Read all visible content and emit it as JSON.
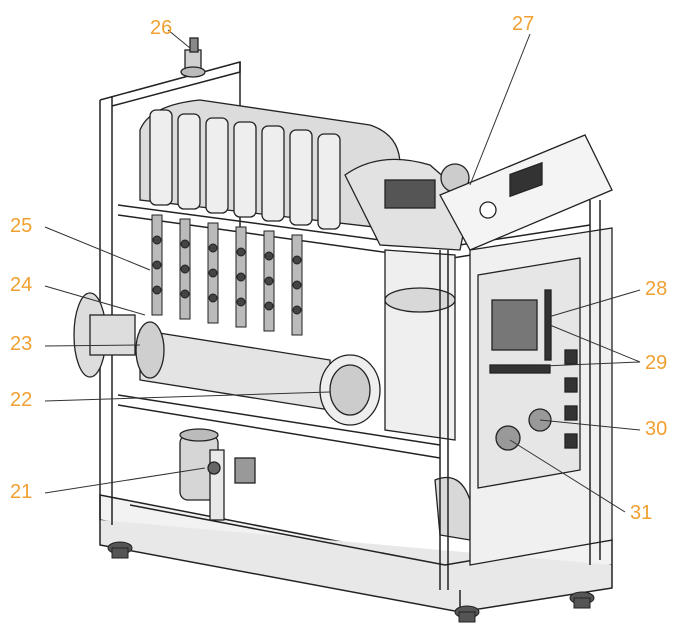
{
  "callouts": {
    "c21": "21",
    "c22": "22",
    "c23": "23",
    "c24": "24",
    "c25": "25",
    "c26": "26",
    "c27": "27",
    "c28": "28",
    "c29": "29",
    "c30": "30",
    "c31": "31"
  },
  "colors": {
    "callout_text": "#f0a030",
    "line_art": "#222222",
    "shading": "#cfcfcf",
    "dark_parts": "#555555"
  }
}
